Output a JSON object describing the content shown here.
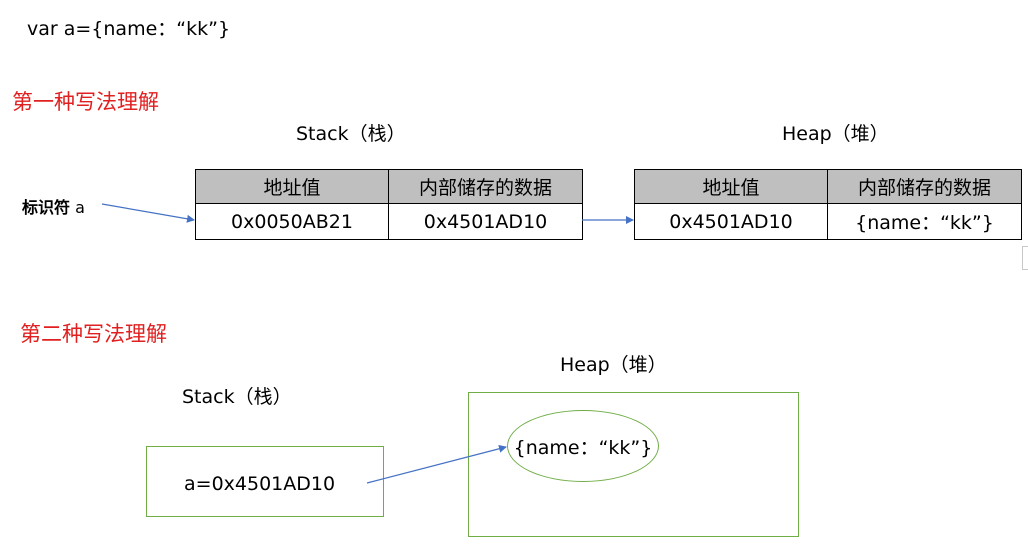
{
  "code": "var a={name：“kk”}",
  "section1": {
    "title": "第一种写法理解",
    "identifier_bold": "标识符",
    "identifier_name": " a",
    "stack": {
      "label": "Stack（栈）",
      "headers": [
        "地址值",
        "内部储存的数据"
      ],
      "row": [
        "0x0050AB21",
        "0x4501AD10"
      ]
    },
    "heap": {
      "label": "Heap（堆）",
      "headers": [
        "地址值",
        "内部储存的数据"
      ],
      "row": [
        "0x4501AD10",
        "{name：“kk”}"
      ]
    }
  },
  "section2": {
    "title": "第二种写法理解",
    "stack_label": "Stack（栈）",
    "heap_label": "Heap（堆）",
    "stack_value": "a=0x4501AD10",
    "heap_value": "{name：“kk”}"
  },
  "colors": {
    "title_red": "#e02020",
    "header_gray": "#bfbfbf",
    "box_green": "#70ad47",
    "arrow_blue": "#4472c4"
  }
}
